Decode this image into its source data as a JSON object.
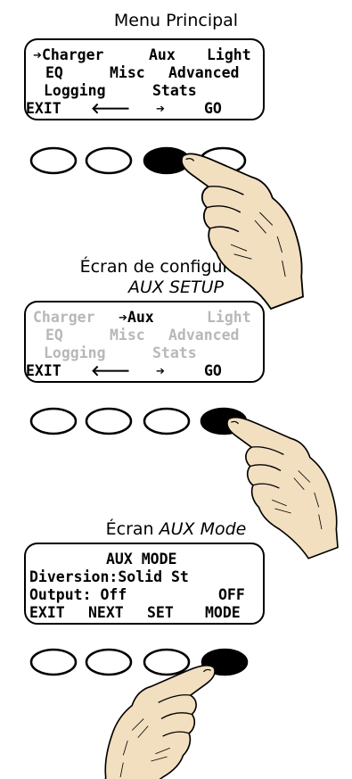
{
  "section1": {
    "caption": "Menu Principal",
    "row1": {
      "arrow": "➔",
      "charger": "Charger",
      "aux": "Aux",
      "light": "Light"
    },
    "row2": {
      "eq": "EQ",
      "misc": "Misc",
      "advanced": "Advanced"
    },
    "row3": {
      "logging": "Logging",
      "stats": "Stats"
    },
    "softkeys": {
      "exit": "EXIT",
      "left": "🡐",
      "right": "➔",
      "go": "GO"
    }
  },
  "section2": {
    "caption": "Écran de configuration",
    "subcaption": "AUX SETUP",
    "row1": {
      "charger": "Charger",
      "arrow": "➔",
      "aux": "Aux",
      "light": "Light"
    },
    "row2": {
      "eq": "EQ",
      "misc": "Misc",
      "advanced": "Advanced"
    },
    "row3": {
      "logging": "Logging",
      "stats": "Stats"
    },
    "softkeys": {
      "exit": "EXIT",
      "left": "🡐",
      "right": "➔",
      "go": "GO"
    }
  },
  "section3": {
    "caption_prefix": "Écran ",
    "caption_italic": "AUX Mode",
    "line1": "AUX MODE",
    "line2": "Diversion:Solid St",
    "line3_label": "Output: Off",
    "line3_value": "OFF",
    "softkeys": {
      "exit": "EXIT",
      "next": "NEXT",
      "set": "SET",
      "mode": "MODE"
    }
  },
  "colors": {
    "button_pressed": "#000000",
    "button_idle": "#ffffff",
    "dim_text": "#b8b8b8",
    "hand_fill": "#f2dfc0"
  },
  "icons": {
    "hand": "pointing-hand-icon"
  }
}
